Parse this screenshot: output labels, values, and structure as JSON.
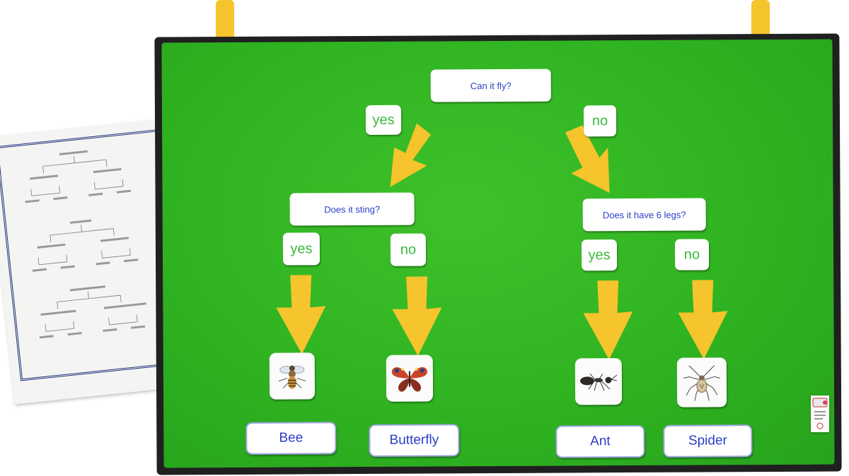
{
  "mat": {
    "root_question": "Can it fly?",
    "left": {
      "answer": "yes",
      "question": "Does it sting?",
      "yes": "yes",
      "no": "no",
      "animals": [
        "Bee",
        "Butterfly"
      ]
    },
    "right": {
      "answer": "no",
      "question": "Does it have 6 legs?",
      "yes": "yes",
      "no": "no",
      "animals": [
        "Ant",
        "Spider"
      ]
    }
  },
  "colors": {
    "felt": "#2fb321",
    "arrow": "#f6c42c",
    "question_text": "#2b3fc7",
    "answer_text": "#3bb83a",
    "border": "#202020"
  },
  "icons": [
    "bee-icon",
    "butterfly-icon",
    "ant-icon",
    "spider-icon"
  ]
}
